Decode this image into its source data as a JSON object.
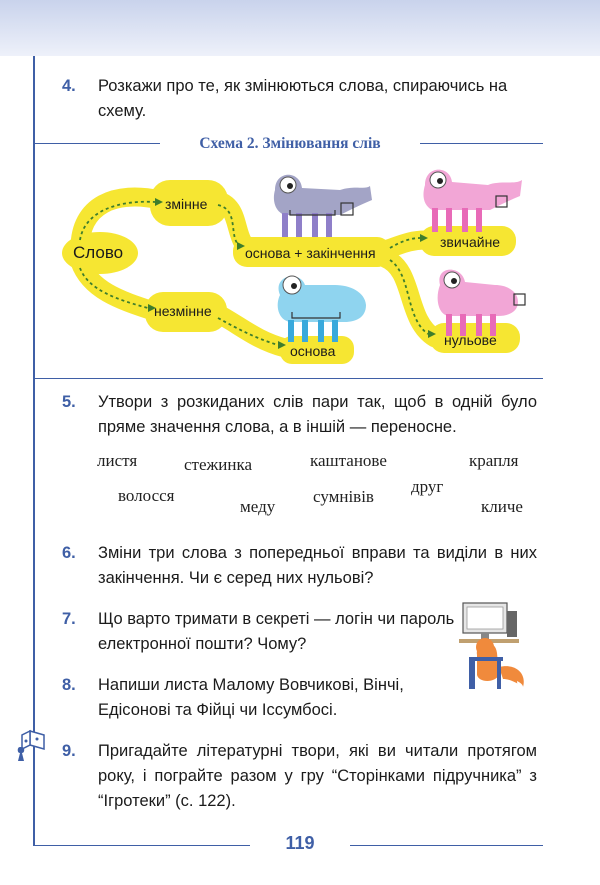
{
  "tasks": [
    {
      "num": "4.",
      "text": "Розкажи про те, як змінюються слова, спираючись на схему."
    },
    {
      "num": "5.",
      "text": "Утвори з розкиданих слів пари так, щоб в одній було пряме значення слова, а в іншій — переносне."
    },
    {
      "num": "6.",
      "text": "Зміни три слова з попередньої вправи та виділи в них закінчення. Чи є серед них нульові?"
    },
    {
      "num": "7.",
      "text": "Що варто тримати в секреті — логін чи пароль електронної пошти? Чому?"
    },
    {
      "num": "8.",
      "text": "Напиши листа Малому Вовчикові, Вінчі, Едісонові та Фійці чи Іссумбосі."
    },
    {
      "num": "9.",
      "text": "Пригадайте літературні твори, які ви читали протягом року, і пограйте разом у гру “Сторінками підручника” з “Ігротеки” (с. 122)."
    }
  ],
  "scheme": {
    "title": "Схема 2. Змінювання слів",
    "labels": {
      "word": "Слово",
      "changeable": "змінне",
      "stem_ending": "основа + закінчення",
      "ordinary": "звичайне",
      "zero": "нульове",
      "unchangeable": "незмінне",
      "stem": "основа"
    }
  },
  "words": [
    "листя",
    "стежинка",
    "каштанове",
    "крапля",
    "волосся",
    "меду",
    "сумнівів",
    "друг",
    "кличе"
  ],
  "page_number": "119",
  "colors": {
    "accent": "#3f5fa6",
    "highlight": "#fbe74a",
    "arrow": "#3e7d2c"
  }
}
